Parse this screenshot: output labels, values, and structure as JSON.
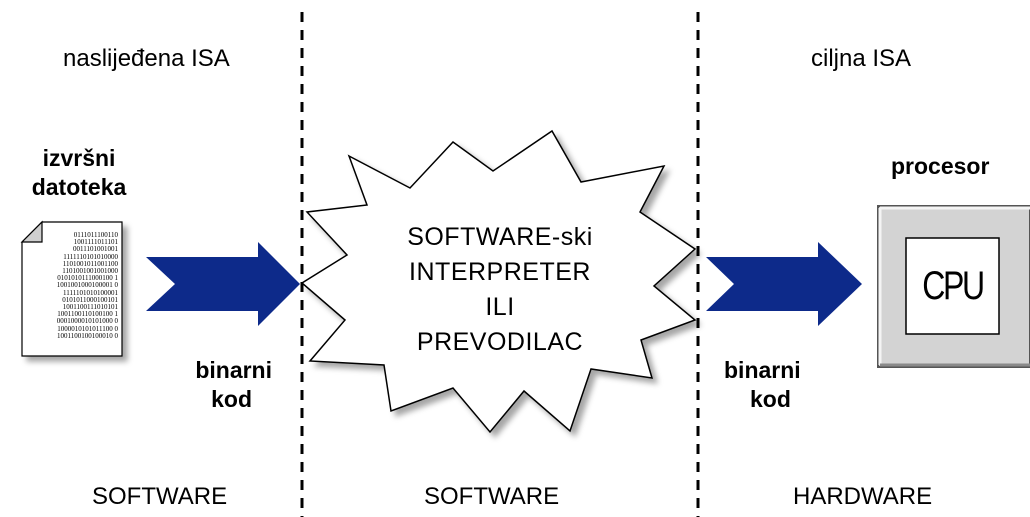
{
  "zones": {
    "left_top": "naslijeđena ISA",
    "right_top": "ciljna ISA",
    "left_bottom": "SOFTWARE",
    "middle_bottom": "SOFTWARE",
    "right_bottom": "HARDWARE"
  },
  "executable": {
    "title_line1": "izvršni",
    "title_line2": "datoteka",
    "binary_lines": [
      "0111011100110",
      "1001111011101",
      "0011101001001",
      "1111110101010000",
      "1101001011001100",
      "1101001001001000",
      "0101010111000100 1",
      "1001001000100001 0",
      "1111101010100001",
      "0101011000100101",
      "1001100111010101",
      "1001100110100100 1",
      "0001000010101000 0",
      "1000010101011100 0",
      "1001100100100010 0"
    ]
  },
  "left_arrow": {
    "label_line1": "binarni",
    "label_line2": "kod",
    "color": "#0d2a8a"
  },
  "interpreter": {
    "line1": "SOFTWARE-ski",
    "line2": "INTERPRETER",
    "line3": "ILI",
    "line4": "PREVODILAC"
  },
  "right_arrow": {
    "label_line1": "binarni",
    "label_line2": "kod",
    "color": "#0d2a8a"
  },
  "processor": {
    "title": "procesor",
    "chip_label": "CPU",
    "box_color": "#d3d3d3"
  }
}
